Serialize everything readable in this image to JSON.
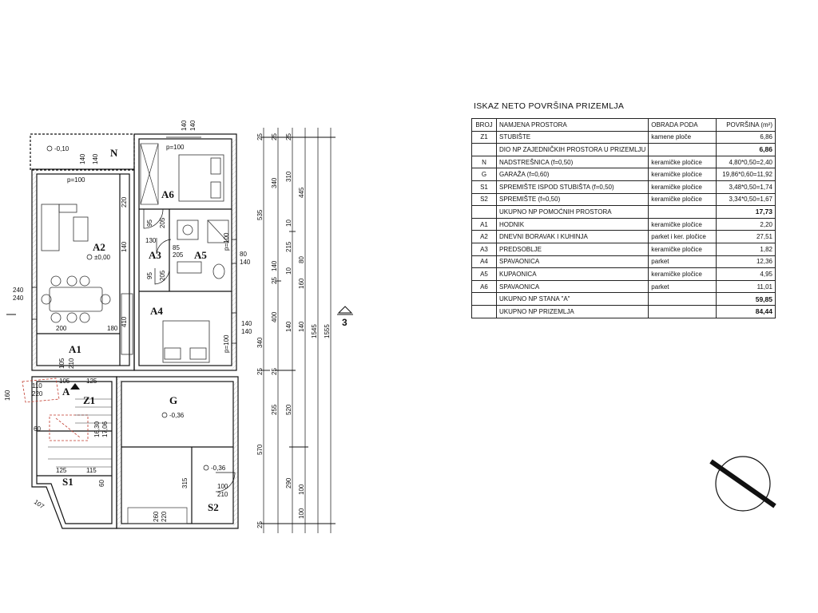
{
  "table": {
    "title": "ISKAZ NETO POVRŠINA PRIZEMLJA",
    "headers": [
      "BROJ",
      "NAMJENA PROSTORA",
      "OBRADA PODA",
      "POVRŠINA (m²)"
    ],
    "rows": [
      {
        "broj": "Z1",
        "namjena": "STUBIŠTE",
        "obrada": "kamene ploče",
        "povrsina": "6,86"
      },
      {
        "broj": "",
        "namjena": "DIO NP ZAJEDNIČKIH PROSTORA U PRIZEMLJU",
        "obrada": "",
        "povrsina": "6,86",
        "subtotal": true
      },
      {
        "broj": "N",
        "namjena": "NADSTREŠNICA (f=0,50)",
        "obrada": "keramičke pločice",
        "povrsina": "4,80*0,50=2,40"
      },
      {
        "broj": "G",
        "namjena": "GARAŽA (f=0,60)",
        "obrada": "keramičke pločice",
        "povrsina": "19,86*0,60=11,92"
      },
      {
        "broj": "S1",
        "namjena": "SPREMIŠTE ISPOD STUBIŠTA (f=0,50)",
        "obrada": "keramičke pločice",
        "povrsina": "3,48*0,50=1,74"
      },
      {
        "broj": "S2",
        "namjena": "SPREMIŠTE (f=0,50)",
        "obrada": "keramičke pločice",
        "povrsina": "3,34*0,50=1,67"
      },
      {
        "broj": "",
        "namjena": "UKUPNO NP POMOĆNIH PROSTORA",
        "obrada": "",
        "povrsina": "17,73",
        "subtotal": true
      },
      {
        "broj": "A1",
        "namjena": "HODNIK",
        "obrada": "keramičke pločice",
        "povrsina": "2,20"
      },
      {
        "broj": "A2",
        "namjena": "DNEVNI BORAVAK I KUHINJA",
        "obrada": "parket i ker. pločice",
        "povrsina": "27,51"
      },
      {
        "broj": "A3",
        "namjena": "PREDSOBLJE",
        "obrada": "keramičke pločice",
        "povrsina": "1,82"
      },
      {
        "broj": "A4",
        "namjena": "SPAVAONICA",
        "obrada": "parket",
        "povrsina": "12,36"
      },
      {
        "broj": "A5",
        "namjena": "KUPAONICA",
        "obrada": "keramičke pločice",
        "povrsina": "4,95"
      },
      {
        "broj": "A6",
        "namjena": "SPAVAONICA",
        "obrada": "parket",
        "povrsina": "11,01"
      },
      {
        "broj": "",
        "namjena": "UKUPNO NP STANA \"A\"",
        "obrada": "",
        "povrsina": "59,85",
        "subtotal": true
      },
      {
        "broj": "",
        "namjena": "UKUPNO NP PRIZEMLJA",
        "obrada": "",
        "povrsina": "84,44",
        "subtotal": true
      }
    ]
  },
  "plan": {
    "rooms": {
      "n": "N",
      "a2": "A2",
      "a6": "A6",
      "a3": "A3",
      "a5": "A5",
      "a4": "A4",
      "a1": "A1",
      "a": "A",
      "z1": "Z1",
      "g": "G",
      "s1": "S1",
      "s2": "S2"
    },
    "levels": {
      "n": "-0,10",
      "a2": "±0,00",
      "g": "-0,36",
      "s2": "-0,36"
    },
    "section_marker": "3",
    "dims": {
      "top_140a": "140",
      "top_140b": "140",
      "top_140c": "140",
      "top_140d": "140",
      "p100_a6": "p=100",
      "p100_a2": "p=100",
      "p100_a4": "p=100",
      "p100_a5": "p=100",
      "d220": "220",
      "d95a": "95",
      "d205a": "205",
      "d130": "130",
      "d140a": "140",
      "d85": "85",
      "d205b": "205",
      "d80": "80",
      "d140b": "140",
      "d95b": "95",
      "d205c": "205",
      "d240a": "240",
      "d240b": "240",
      "d200": "200",
      "d180": "180",
      "d410": "410",
      "d140c": "140",
      "d140d": "140",
      "d105a": "105",
      "d210": "210",
      "d110": "110",
      "d220b": "220",
      "d105b": "105",
      "d125a": "125",
      "d160": "160",
      "d60": "60",
      "d125b": "125",
      "d115": "115",
      "d107": "107",
      "d60b": "60",
      "d315": "315",
      "d100s2": "100",
      "d210s2": "210",
      "d260": "260",
      "d220c": "220",
      "stair1": "16,30",
      "stair2": "17,06",
      "c1_535": "535",
      "c1_340": "340",
      "c1_570": "570",
      "c2_340": "340",
      "c2_140": "140",
      "c2_400": "400",
      "c2_255": "255",
      "c3_310": "310",
      "c3_10a": "10",
      "c3_215": "215",
      "c3_10b": "10",
      "c3_140": "140",
      "c3_520": "520",
      "c3_290": "290",
      "c3_100": "100",
      "c4_445": "445",
      "c4_80": "80",
      "c4_160": "160",
      "c4_140": "140",
      "c4_100": "100",
      "c5_1545": "1545",
      "c6_1555": "1555",
      "d25": "25"
    }
  }
}
